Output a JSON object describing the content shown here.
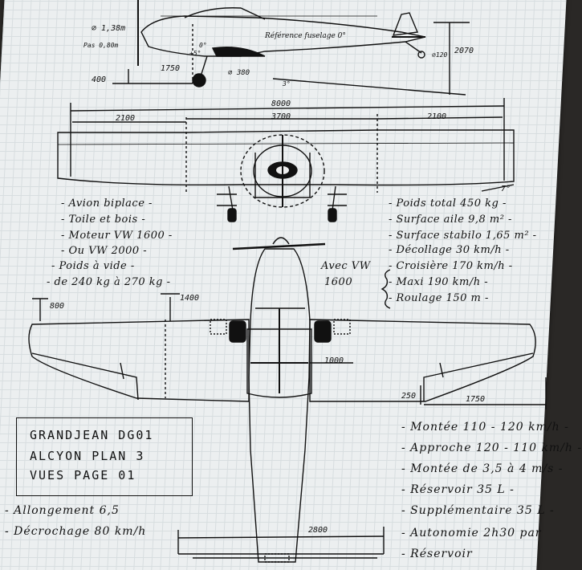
{
  "side_view": {
    "dims": {
      "d_1": "⌀ 1,38m",
      "pas": "Pas 0,80m",
      "h_1750": "1750",
      "h_400": "400",
      "wheel": "⌀ 380",
      "tail_wheel": "⌀120",
      "h_2070": "2070",
      "angle_3": "3°",
      "angle_5": "+5°",
      "angle_0": "0°",
      "reference": "Référence fuselage 0°"
    }
  },
  "front_view": {
    "dims": {
      "span": "8000",
      "left": "2100",
      "center": "3700",
      "right": "2100",
      "dihedral": "7°"
    }
  },
  "specs_left": [
    "- Avion biplace -",
    "- Toile et bois -",
    "- Moteur VW 1600 -",
    "- Ou VW 2000 -",
    "- Poids à vide -",
    "- de 240 kg à 270 kg -"
  ],
  "specs_right": [
    "- Poids total 450 kg -",
    "- Surface aile 9,8 m² -",
    "- Surface stabilo 1,65 m² -",
    "- Décollage 30 km/h -",
    "- Croisière 170 km/h -",
    "- Maxi 190 km/h -",
    "- Roulage 150 m -"
  ],
  "avec_vw": "Avec VW",
  "avec_vw_val": "1600",
  "top_view": {
    "dims": {
      "d_800": "800",
      "d_1400": "1400",
      "d_1000": "1000",
      "d_250": "250",
      "d_1750": "1750",
      "d_2800": "2800"
    }
  },
  "title_block": {
    "line1": "GRANDJEAN DG01",
    "line2": "ALCYON PLAN 3",
    "line3": "VUES PAGE 01"
  },
  "specs_bottom_left": [
    "- Allongement 6,5",
    "- Décrochage 80 km/h"
  ],
  "specs_bottom_right": [
    "- Montée 110 - 120 km/h -",
    "- Approche 120 - 110 km/h -",
    "- Montée de 3,5 à 4 m/s -",
    "- Réservoir 35 L -",
    "- Supplémentaire 35 L -",
    "- Autonomie 2h30 par",
    "- Réservoir"
  ]
}
